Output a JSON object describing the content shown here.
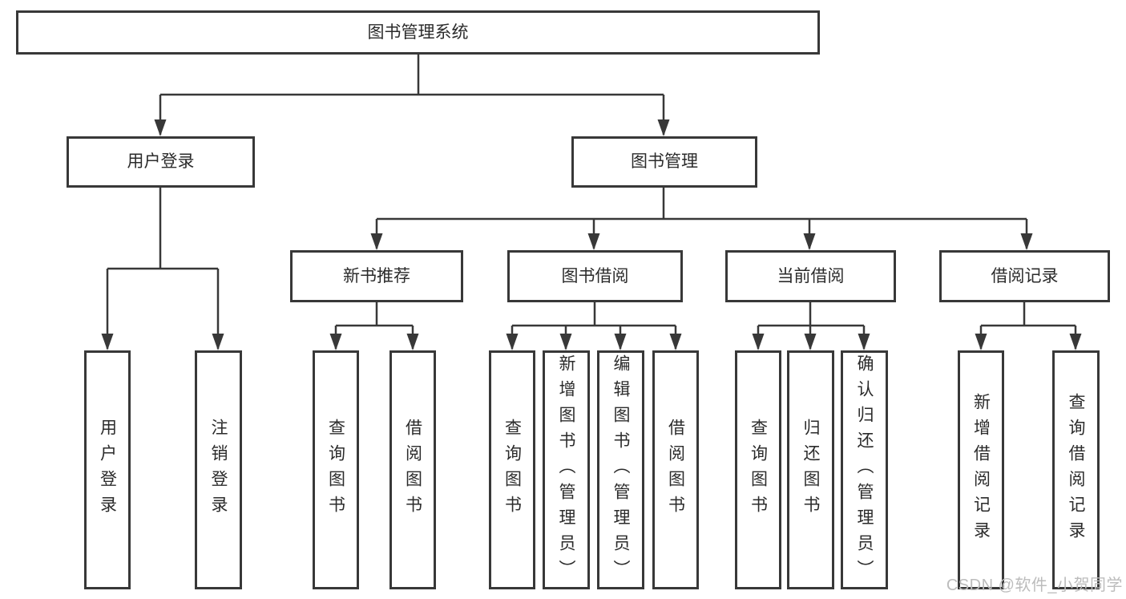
{
  "diagram": {
    "background": "#ffffff",
    "line_color": "#383838",
    "text_color": "#2b2b2b",
    "watermark": {
      "text": "CSDN @软件_小贺同学",
      "color": "#bcbcbc"
    },
    "nodes": {
      "root": {
        "label": "图书管理系统"
      },
      "userLogin": {
        "label": "用户登录"
      },
      "bookMgmt": {
        "label": "图书管理"
      },
      "newBookRec": {
        "label": "新书推荐"
      },
      "bookBorrow": {
        "label": "图书借阅"
      },
      "currentBorrow": {
        "label": "当前借阅"
      },
      "borrowRecord": {
        "label": "借阅记录"
      },
      "userLoginLeaf": {
        "label": "用户登录"
      },
      "logoutLeaf": {
        "label": "注销登录"
      },
      "recQueryBook": {
        "label": "查询图书"
      },
      "recBorrowBook": {
        "label": "借阅图书"
      },
      "bbQueryBook": {
        "label": "查询图书"
      },
      "bbAddBook": {
        "label": "新增图书（管理员）"
      },
      "bbEditBook": {
        "label": "编辑图书（管理员）"
      },
      "bbBorrowBook": {
        "label": "借阅图书"
      },
      "cbQueryBook": {
        "label": "查询图书"
      },
      "cbReturnBook": {
        "label": "归还图书"
      },
      "cbConfirmReturn": {
        "label": "确认归还（管理员）"
      },
      "brAddRecord": {
        "label": "新增借阅记录"
      },
      "brQueryRecord": {
        "label": "查询借阅记录"
      }
    }
  }
}
